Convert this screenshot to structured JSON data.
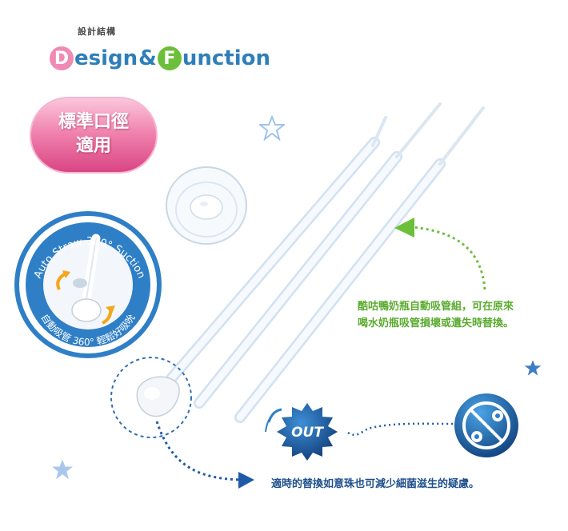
{
  "header": {
    "subtitle": "設計結構",
    "brand_d_letter": "D",
    "brand_word1": "esign",
    "brand_amp": "&",
    "brand_f_letter": "F",
    "brand_word2": "unction"
  },
  "badge": {
    "line1": "標準口徑",
    "line2": "適用"
  },
  "suction_badge": {
    "arc_text_en": "Auto Straw 360° Suction",
    "arc_text_zh": "自動吸管 360° 輕鬆好吸吮"
  },
  "callouts": {
    "green_line1": "酷咕鴨奶瓶自動吸管組，可在原來",
    "green_line2": "喝水奶瓶吸管損壞或遺失時替換。",
    "out_label": "OUT",
    "blue_text": "適時的替換如意珠也可減少細菌滋生的疑慮。"
  },
  "colors": {
    "pink": "#e85b95",
    "green": "#5aab2e",
    "blue": "#2e7fb9",
    "navy": "#1e4f8c"
  },
  "icons": [
    "star-icon",
    "no-bacteria-icon"
  ]
}
